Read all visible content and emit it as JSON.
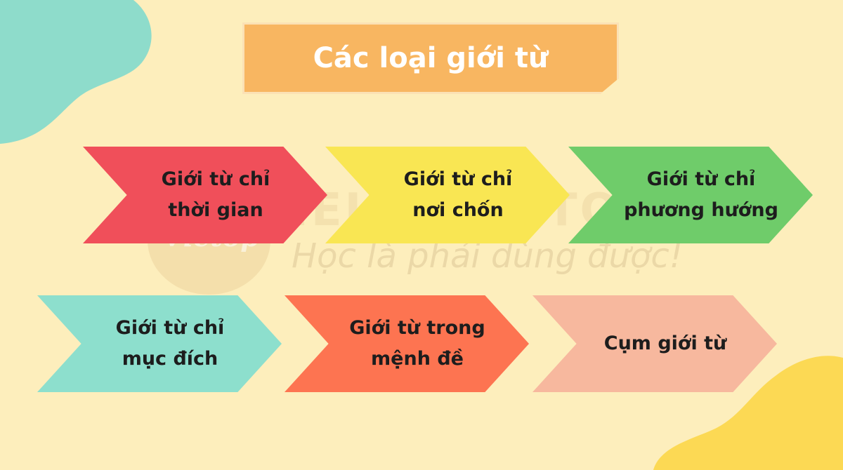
{
  "title": "Các loại giới từ",
  "watermark": {
    "logo_text": "Vietop",
    "brand": "IELTS VIETOP",
    "slogan": "Học là phải dùng được!"
  },
  "colors": {
    "background": "#fdeebc",
    "title_box": "#f8b661",
    "teal_blob": "#8edccb",
    "yellow_blob": "#fcd954"
  },
  "arrows": [
    {
      "line1": "Giới từ chỉ",
      "line2": "thời gian",
      "color": "#f04f5a"
    },
    {
      "line1": "Giới từ chỉ",
      "line2": "nơi chốn",
      "color": "#f9e653"
    },
    {
      "line1": "Giới từ chỉ",
      "line2": "phương hướng",
      "color": "#6fcc6a"
    },
    {
      "line1": "Giới từ chỉ",
      "line2": "mục đích",
      "color": "#8ddfcd"
    },
    {
      "line1": "Giới từ trong",
      "line2": "mệnh đề",
      "color": "#fd7451"
    },
    {
      "line1": "Cụm giới từ",
      "line2": "",
      "color": "#f7b89e"
    }
  ]
}
